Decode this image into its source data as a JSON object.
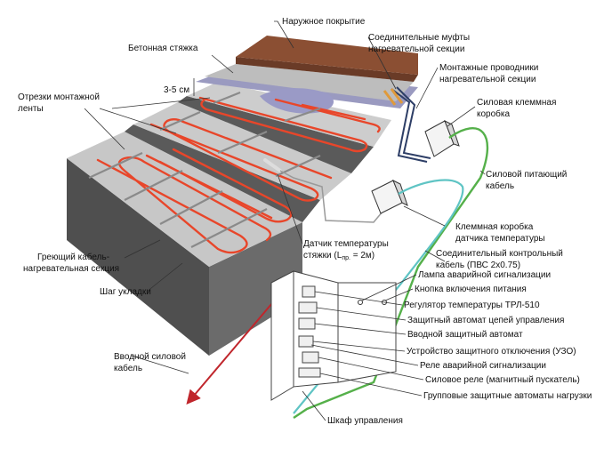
{
  "colors": {
    "concrete_top": "#c4c4c4",
    "concrete_side": "#4f4f4f",
    "concrete_front": "#6e6e6e",
    "cable": "#e8462a",
    "mounting_tape": "#8a8a8a",
    "finish_cover": "#8b4f33",
    "screed": "#b9b9b9",
    "insulation": "#8f8fb5",
    "sensor_cable": "#5fc4c4",
    "power_cable": "#55b04a",
    "input_cable": "#c0262c",
    "mounting_wires": "#2d3e66",
    "leader": "#333333"
  },
  "labels": {
    "outer_cover": "Наружное покрытие",
    "concrete_screed": "Бетонная стяжка",
    "couplings_1": "Соединительные муфты",
    "couplings_2": "нагревательной секции",
    "thickness": "3-5 см",
    "mounting_wires_1": "Монтажные проводники",
    "mounting_wires_2": "нагревательной секции",
    "tape_1": "Отрезки монтажной",
    "tape_2": "ленты",
    "power_box_1": "Силовая клеммная",
    "power_box_2": "коробка",
    "power_cable_1": "Силовой питающий",
    "power_cable_2": "кабель",
    "sensor_box_1": "Клеммная коробка",
    "sensor_box_2": "датчика температуры",
    "control_cable_1": "Соединительный контрольный",
    "control_cable_2": "кабель (ПВС 2х0.75)",
    "sensor_1": "Датчик температуры",
    "sensor_2": "стяжки (L",
    "sensor_2_sub": "пр.",
    "sensor_2_end": " = 2м)",
    "heating_cable_1": "Греющий кабель-",
    "heating_cable_2": "нагревательная секция",
    "pitch": "Шаг укладки",
    "alarm_lamp": "Лампа аварийной сигнализации",
    "power_button": "Кнопка включения питания",
    "regulator": "Регулятор температуры ТРЛ-510",
    "control_breaker": "Защитный автомат цепей управления",
    "input_breaker": "Вводной защитный автомат",
    "rcd": "Устройство защитного отключения (УЗО)",
    "alarm_relay": "Реле аварийной сигнализации",
    "power_relay": "Силовое реле (магнитный пускатель)",
    "group_breakers": "Групповые защитные автоматы нагрузки",
    "input_cable_1": "Вводной силовой",
    "input_cable_2": "кабель",
    "cabinet": "Шкаф управления"
  }
}
